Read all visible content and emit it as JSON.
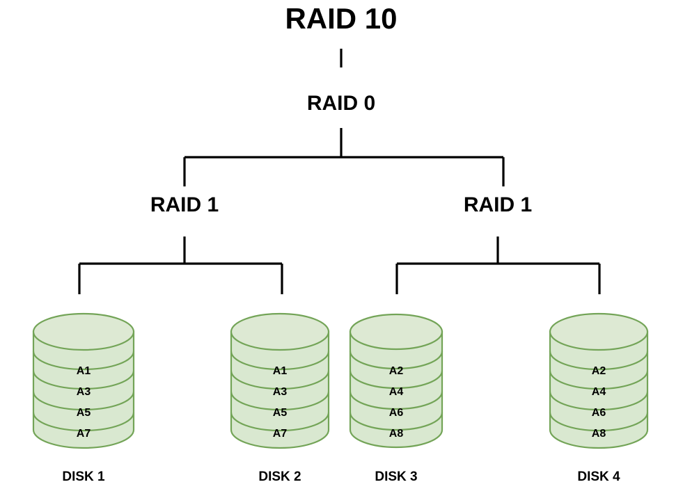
{
  "diagram": {
    "title": "RAID 10",
    "background_color": "#ffffff",
    "line_color": "#000000",
    "disk_fill_color": "#d9e8d0",
    "disk_stroke_color": "#73a457",
    "levels": {
      "top": "RAID 10",
      "stripe": "RAID 0",
      "mirror_left": "RAID 1",
      "mirror_right": "RAID 1"
    },
    "disks": [
      {
        "name": "DISK 1",
        "stripes": [
          "A1",
          "A3",
          "A5",
          "A7"
        ]
      },
      {
        "name": "DISK 2",
        "stripes": [
          "A1",
          "A3",
          "A5",
          "A7"
        ]
      },
      {
        "name": "DISK 3",
        "stripes": [
          "A2",
          "A4",
          "A6",
          "A8"
        ]
      },
      {
        "name": "DISK 4",
        "stripes": [
          "A2",
          "A4",
          "A6",
          "A8"
        ]
      }
    ]
  }
}
